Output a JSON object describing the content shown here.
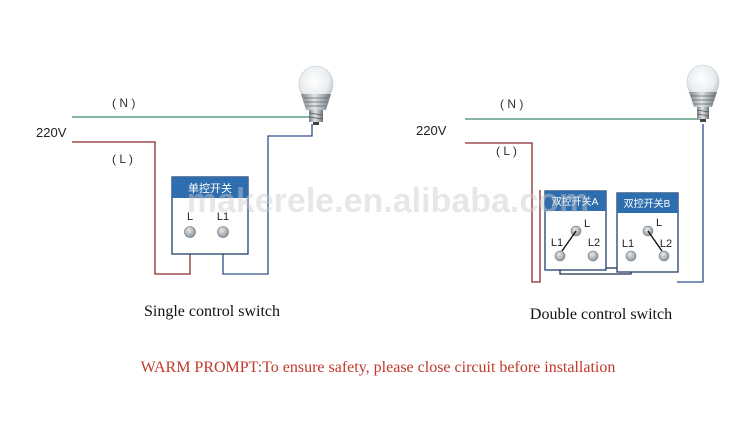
{
  "left_diagram": {
    "voltage_label": "220V",
    "neutral_label": "( N )",
    "line_label": "( L )",
    "switch_title": "单控开关",
    "terminal_l": "L",
    "terminal_l1": "L1",
    "caption": "Single control switch"
  },
  "right_diagram": {
    "voltage_label": "220V",
    "neutral_label": "( N )",
    "line_label": "( L )",
    "switch_a_title": "双控开关A",
    "switch_b_title": "双控开关B",
    "terminal_l": "L",
    "terminal_l1": "L1",
    "terminal_l2": "L2",
    "caption": "Double control switch"
  },
  "watermark": "makerele.en.alibaba.com",
  "warning": "WARM PROMPT:To ensure safety, please close circuit before installation",
  "colors": {
    "neutral_wire": "#3e8a6b",
    "line_wire": "#8b2a2a",
    "switch_wire": "#2c4f8a",
    "switch_header": "#2f6eae",
    "warning_text": "#c0392b"
  },
  "icons": {
    "bulb": "light-bulb-icon"
  }
}
